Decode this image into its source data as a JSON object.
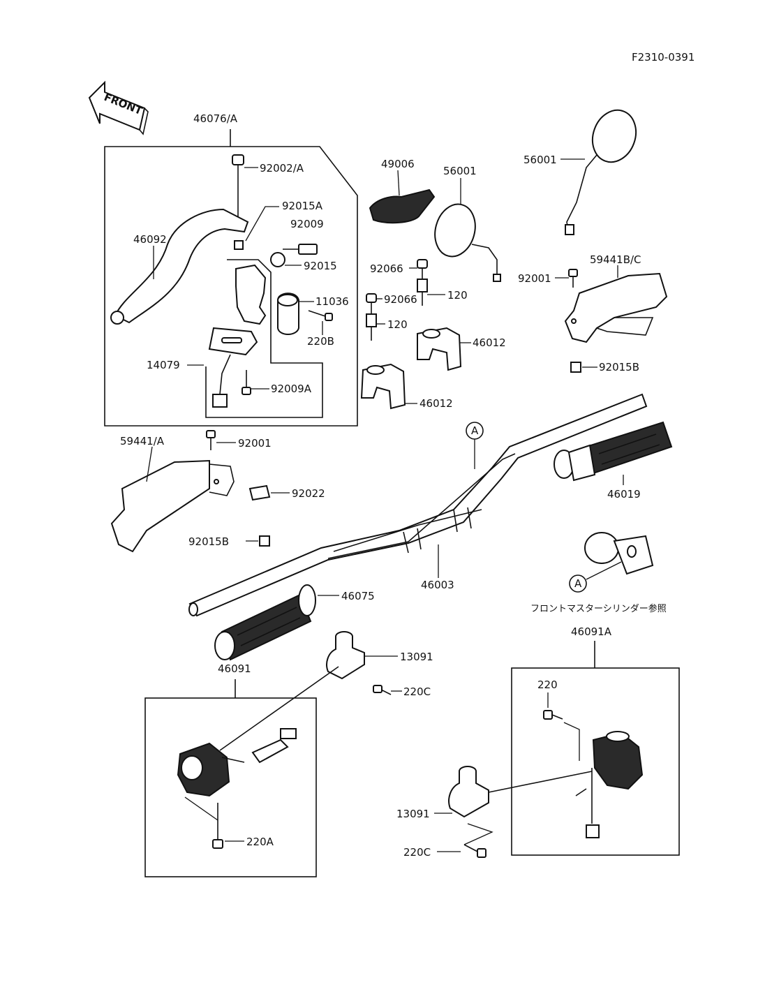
{
  "figure_code": "F2310-0391",
  "front_label": "FRONT",
  "labels": {
    "p46076A": "46076/A",
    "p92002A": "92002/A",
    "p92015A": "92015A",
    "p92009": "92009",
    "p92015": "92015",
    "p46092": "46092",
    "p11036": "11036",
    "p220B": "220B",
    "p14079": "14079",
    "p92009A": "92009A",
    "p49006": "49006",
    "p56001_mid": "56001",
    "p56001_right": "56001",
    "p92066_a": "92066",
    "p92066_b": "92066",
    "p120_a": "120",
    "p120_b": "120",
    "p46012_a": "46012",
    "p46012_b": "46012",
    "p59441BC": "59441B/C",
    "p92001_right": "92001",
    "p92015B_right": "92015B",
    "p59441A": "59441/A",
    "p92001_left": "92001",
    "p92022": "92022",
    "p92015B_left": "92015B",
    "p46019": "46019",
    "p46003": "46003",
    "p46075": "46075",
    "p13091_left": "13091",
    "p220C_left": "220C",
    "p46091": "46091",
    "p220A": "220A",
    "p46091A": "46091A",
    "p220": "220",
    "p13091_right": "13091",
    "p220C_right": "220C",
    "refA_bar": "A",
    "refA_note": "A",
    "note_jp": "フロントマスターシリンダー参照"
  }
}
